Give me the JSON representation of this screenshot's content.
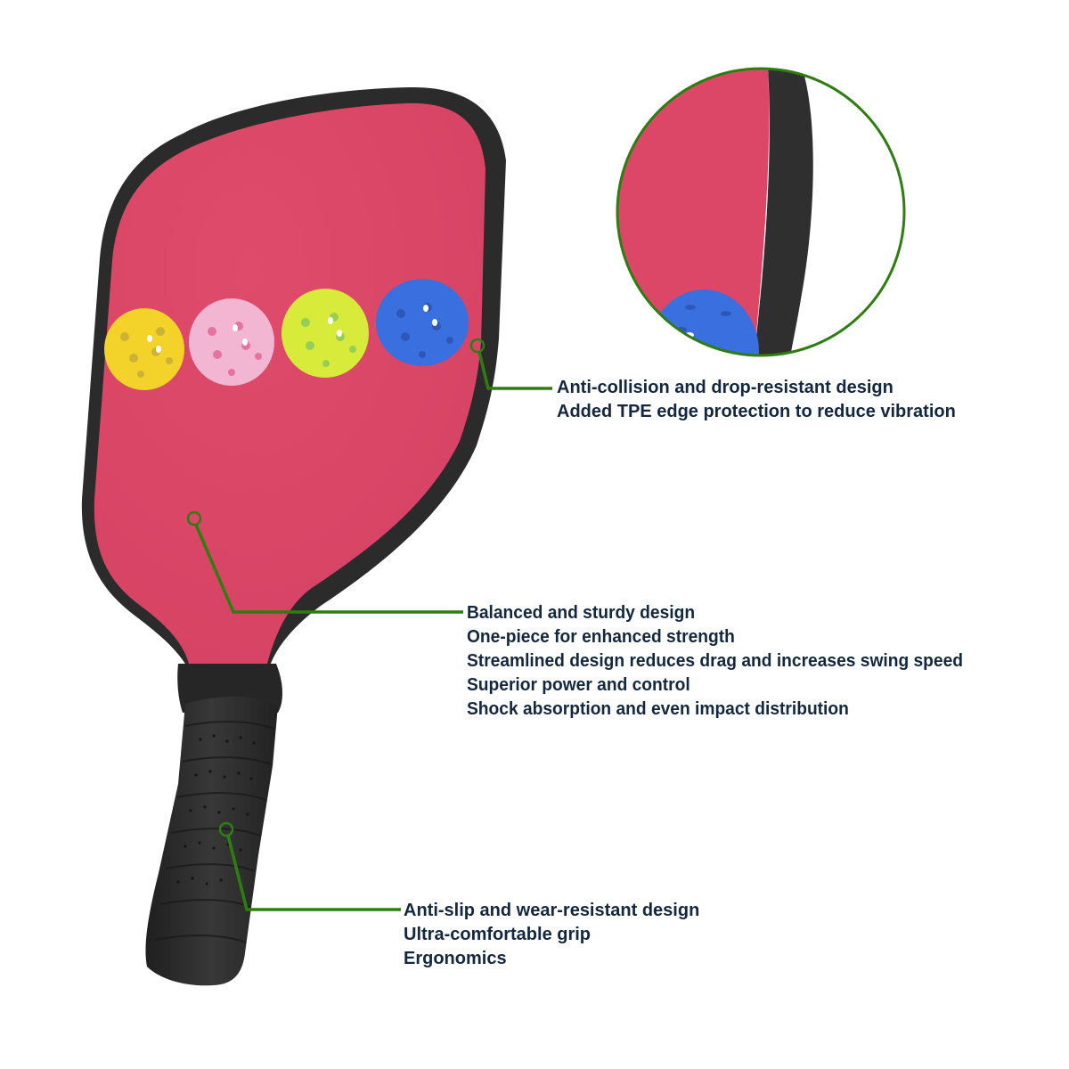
{
  "product": "pickleball-paddle",
  "colors": {
    "paddle_face": "#dc4767",
    "edge_guard": "#2b2b2b",
    "grip": "#2e2e2e",
    "callout_line": "#2e7d10",
    "text": "#13273f",
    "ball_yellow": "#f3d22a",
    "ball_pink": "#f2b6d3",
    "ball_lime": "#d8ea3a",
    "ball_blue": "#3a6fe0"
  },
  "balls": [
    {
      "name": "yellow-ball",
      "color": "#f3d22a"
    },
    {
      "name": "pink-ball",
      "color": "#f2b6d3"
    },
    {
      "name": "lime-ball",
      "color": "#d8ea3a"
    },
    {
      "name": "blue-ball",
      "color": "#3a6fe0"
    }
  ],
  "callouts": {
    "edge": {
      "lines": [
        "Anti-collision and drop-resistant design",
        "Added TPE edge protection to reduce vibration"
      ]
    },
    "body": {
      "lines": [
        "Balanced and sturdy design",
        "One-piece for enhanced strength",
        "Streamlined design reduces drag and increases swing speed",
        "Superior power and control",
        "Shock absorption and even impact distribution"
      ]
    },
    "grip": {
      "lines": [
        "Anti-slip and wear-resistant design",
        "Ultra-comfortable grip",
        "Ergonomics"
      ]
    }
  }
}
